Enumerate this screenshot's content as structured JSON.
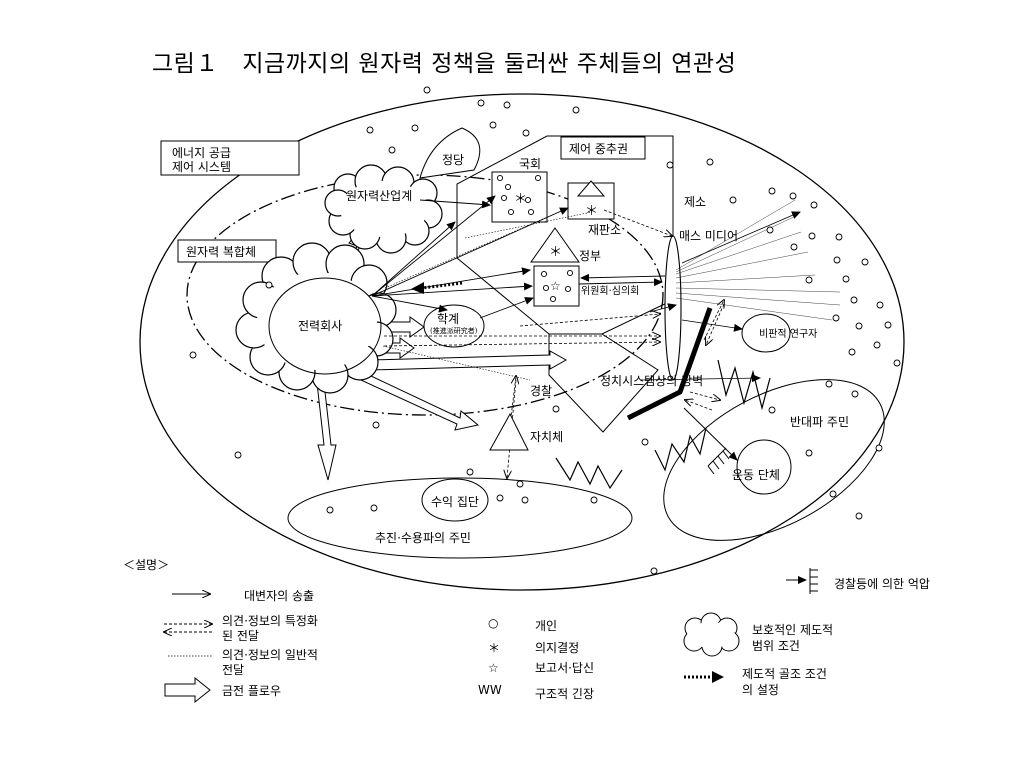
{
  "title": "그림１　지금까지의 원자력 정책을 둘러싼 주체들의 연관성",
  "labels": {
    "energy_system_1": "에너지 공급",
    "energy_system_2": "제어 시스템",
    "nuclear_complex": "원자력 복합체",
    "control_center": "제어 중추권",
    "party": "정당",
    "parliament": "국회",
    "nuclear_industry": "원자력산업계",
    "court": "재판소",
    "lawsuit": "제소",
    "mass_media": "매스 미디어",
    "government": "정부",
    "committee": "위원회·심의회",
    "power_company": "전력회사",
    "academia": "학계",
    "academia_sub": "(推進派研究者)",
    "critical_researcher": "비판적 연구자",
    "police": "경찰",
    "political_barrier": "정치시스템상의 장벽",
    "opposition_residents": "반대파 주민",
    "local_government": "자치체",
    "movement_group": "운동 단체",
    "profit_group": "수익 집단",
    "promoter_residents": "추진·수용파의 주민"
  },
  "legend": {
    "heading": "＜설명＞",
    "transmit": "대변자의 송출",
    "specific_1": "의견·정보의 특정화",
    "specific_2": "된 전달",
    "general_1": "의견·정보의 일반적",
    "general_2": "전달",
    "money": "금전 플로우",
    "individual": "개인",
    "decision": "의지결정",
    "report": "보고서·답신",
    "tension": "구조적 긴장",
    "protective_1": "보호적인 제도적",
    "protective_2": "범위 조건",
    "framework_1": "제도적 골조 조건",
    "framework_2": "의 설정",
    "suppression": "경찰등에 의한 억압",
    "symbol_circle": "○",
    "symbol_star": "＊",
    "symbol_report": "☆",
    "symbol_tension": "WW"
  },
  "symbols": {
    "decision": "＊",
    "report": "☆"
  }
}
